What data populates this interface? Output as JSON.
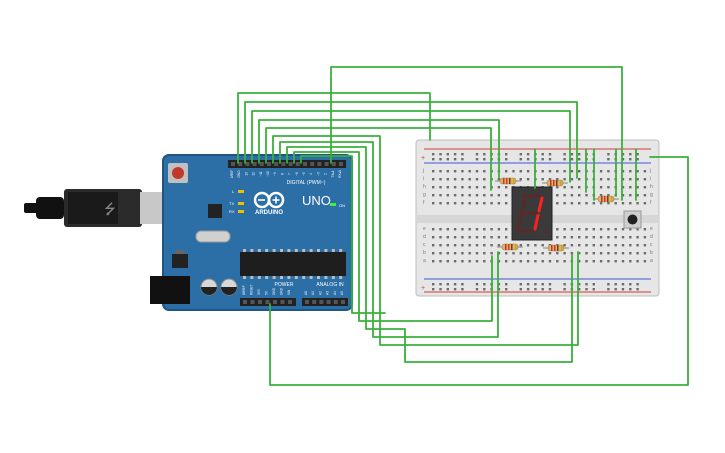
{
  "board": {
    "logo_text": "ARDUINO",
    "model_text": "UNO",
    "digital_header_label": "DIGITAL (PWM~)",
    "analog_header_label": "ANALOG IN",
    "power_header_label": "POWER",
    "on_led_label": "ON",
    "l_led_label": "L",
    "tx_label": "TX",
    "rx_label": "RX",
    "digital_pins": [
      "AREF",
      "GND",
      "13",
      "12",
      "~11",
      "~10",
      "~9",
      "8",
      "7",
      "~6",
      "~5",
      "4",
      "~3",
      "2",
      "TX▸1",
      "RX◂0"
    ],
    "power_pins": [
      "IOREF",
      "RESET",
      "3V3",
      "5V",
      "GND",
      "GND",
      "VIN"
    ],
    "analog_pins": [
      "A0",
      "A1",
      "A2",
      "A3",
      "A4",
      "A5"
    ]
  },
  "display": {
    "digit": "1"
  },
  "breadboard": {
    "row_letters_top": [
      "j",
      "i",
      "h",
      "g",
      "f"
    ],
    "row_letters_bottom": [
      "e",
      "d",
      "c",
      "b",
      "a"
    ],
    "rail_plus": "+",
    "rail_minus": "−"
  },
  "colors": {
    "wire": "#3ab03a",
    "board": "#2c6ea6",
    "board_dark": "#1f5584",
    "breadboard": "#e6e6e6",
    "rail_red": "#d23c3c",
    "rail_blue": "#3c5ad2",
    "display_body": "#3a3a3a",
    "segment_on": "#ff2020",
    "segment_off": "#5a2a2a"
  }
}
